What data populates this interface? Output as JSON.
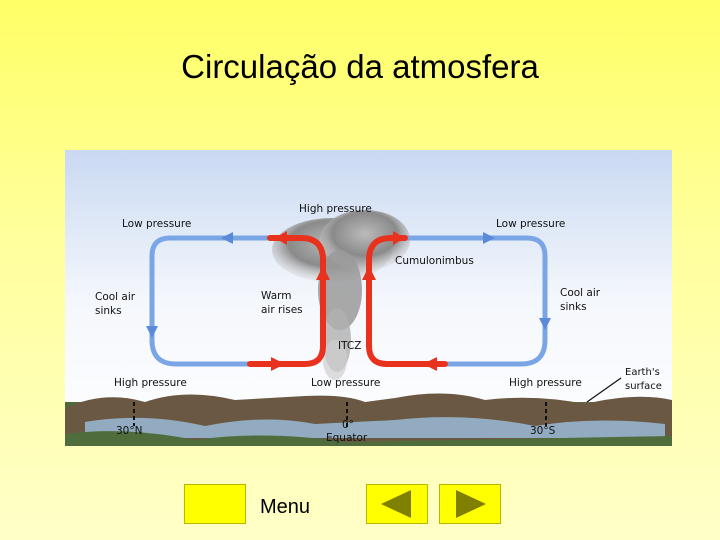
{
  "slide": {
    "title": "Circulação da atmosfera"
  },
  "diagram": {
    "labels": {
      "high_pressure_top": "High pressure",
      "low_pressure_left": "Low pressure",
      "low_pressure_right": "Low pressure",
      "cumulonimbus": "Cumulonimbus",
      "cool_air_left_1": "Cool air",
      "cool_air_left_2": "sinks",
      "warm_air_1": "Warm",
      "warm_air_2": "air rises",
      "cool_air_right_1": "Cool air",
      "cool_air_right_2": "sinks",
      "itcz": "ITCZ",
      "high_pressure_left": "High pressure",
      "low_pressure_bottom": "Low pressure",
      "high_pressure_right": "High pressure",
      "earth_surface_1": "Earth's",
      "earth_surface_2": "surface",
      "lat_30n": "30°N",
      "lat_0": "0°",
      "equator": "Equator",
      "lat_30s": "30°S"
    },
    "colors": {
      "warm_flow": "#e8321e",
      "cool_flow": "#7aa6e6",
      "sky": "#eef3fb"
    }
  },
  "nav": {
    "menu_label": "Menu",
    "prev_icon": "triangle-left-icon",
    "next_icon": "triangle-right-icon"
  }
}
